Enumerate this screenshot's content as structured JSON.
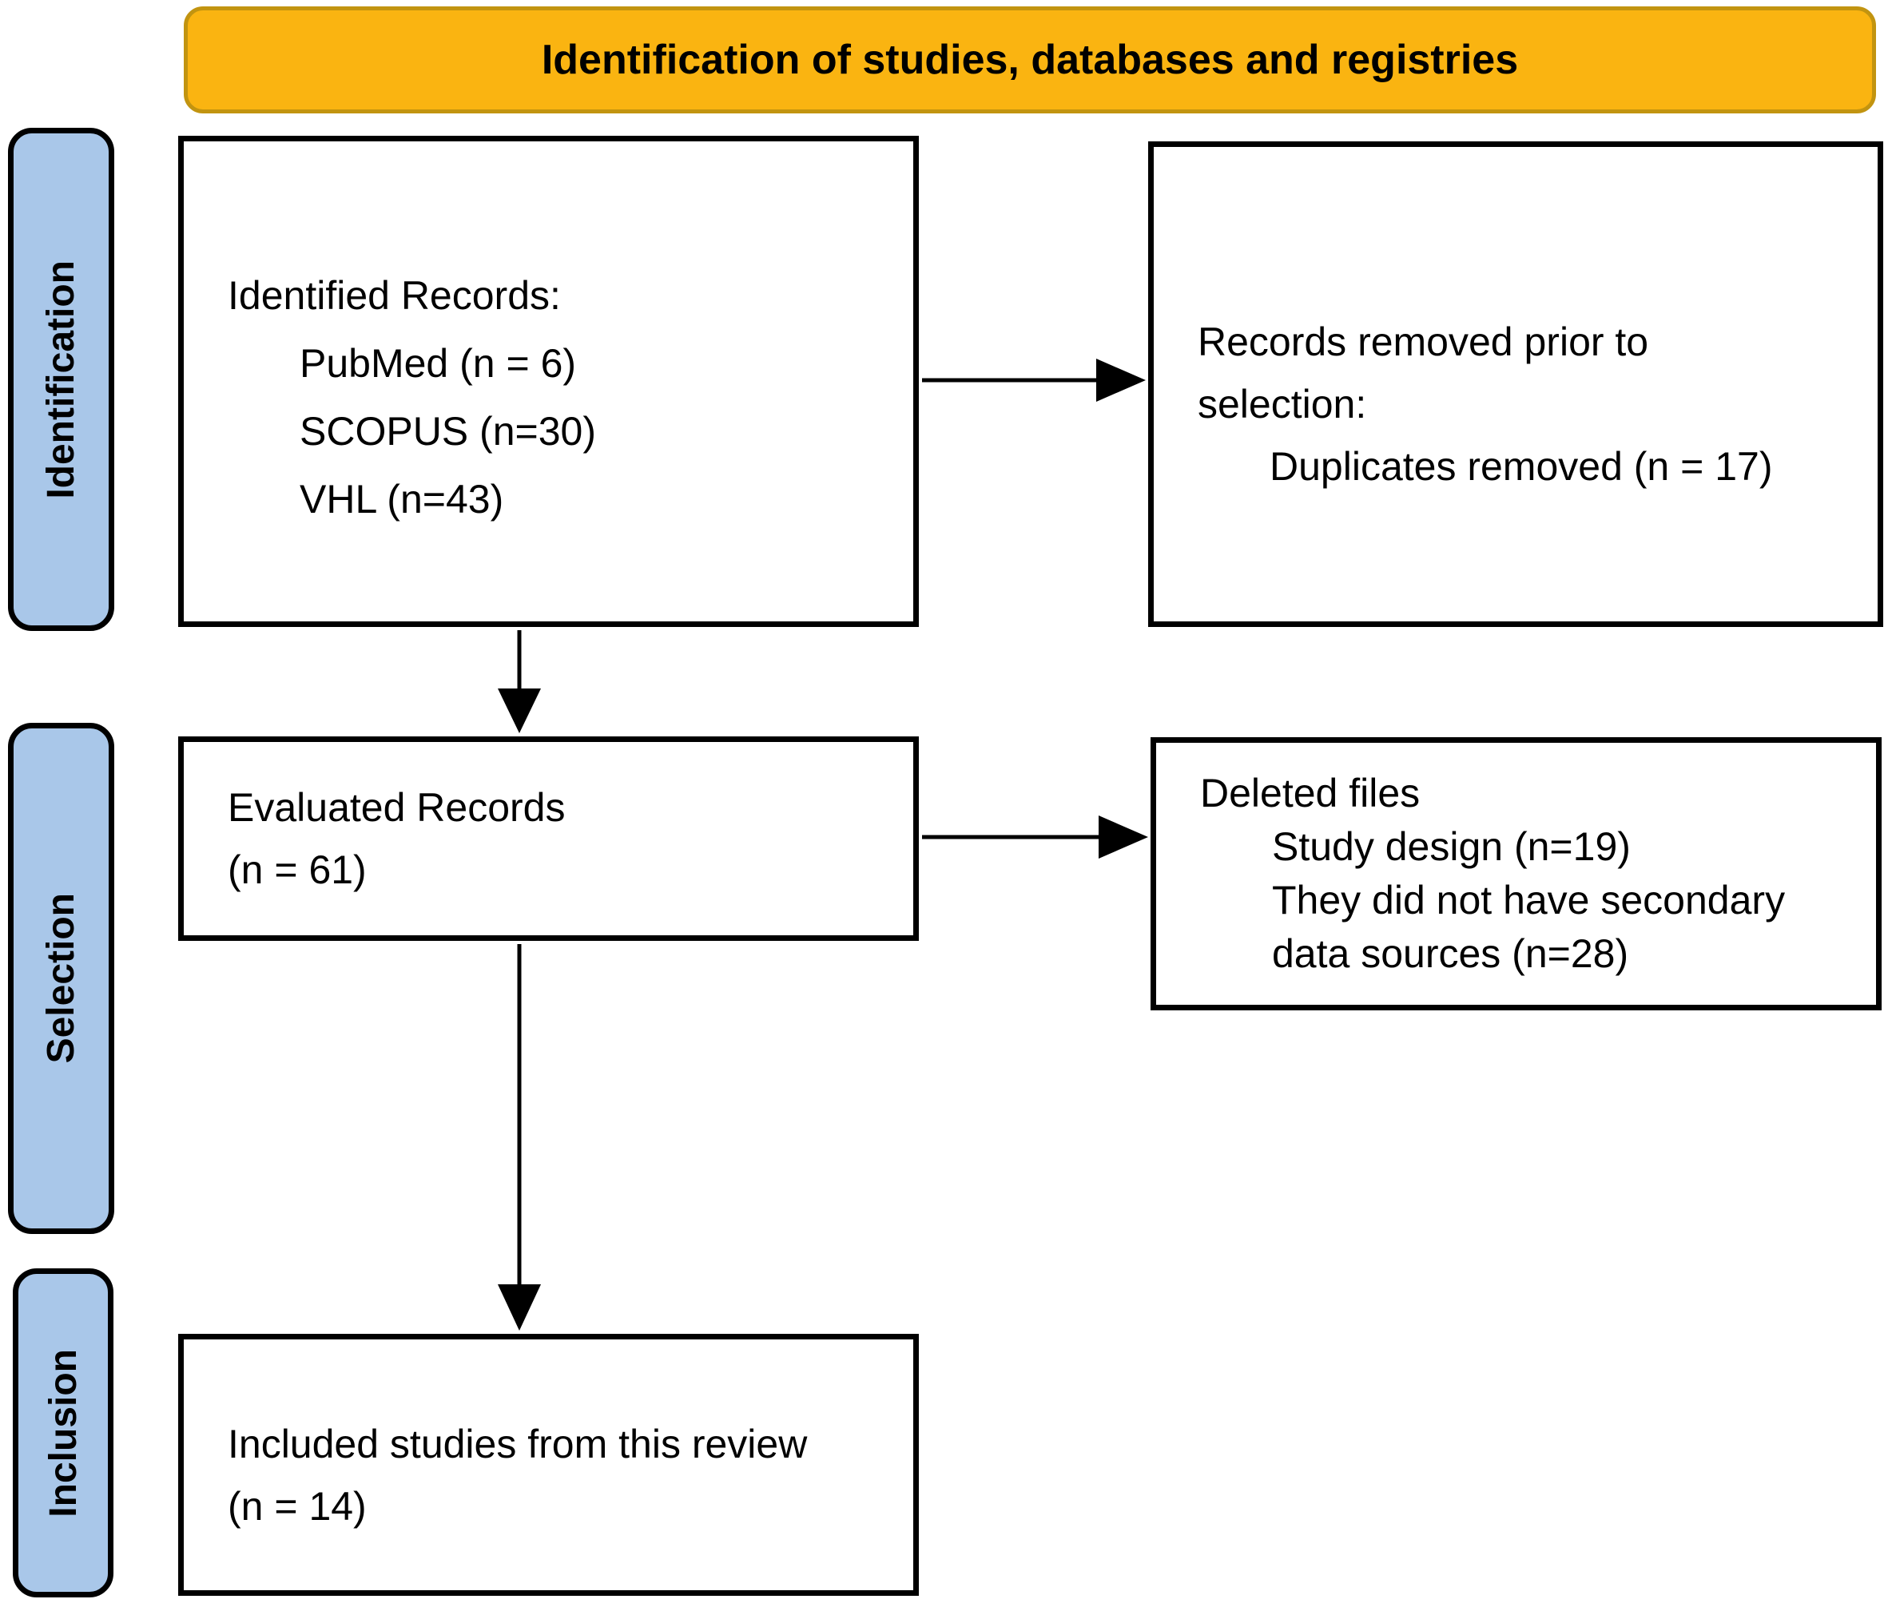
{
  "header": {
    "title": "Identification of studies, databases and registries"
  },
  "sidebar": {
    "stages": [
      {
        "label": "Identification"
      },
      {
        "label": "Selection"
      },
      {
        "label": "Inclusion"
      }
    ]
  },
  "boxes": {
    "identified": {
      "title": "Identified Records:",
      "items": [
        "PubMed (n = 6)",
        "SCOPUS (n=30)",
        "VHL (n=43)"
      ]
    },
    "removed": {
      "title": "Records removed prior to selection:",
      "items": [
        "Duplicates removed (n = 17)"
      ]
    },
    "evaluated": {
      "lines": [
        "Evaluated Records",
        "(n = 61)"
      ]
    },
    "deleted": {
      "title": "Deleted files",
      "items": [
        "Study design (n=19)",
        "They did not have secondary data sources (n=28)"
      ]
    },
    "included": {
      "lines": [
        "Included studies from this review",
        "(n = 14)"
      ]
    }
  },
  "colors": {
    "banner_fill": "#FAB411",
    "banner_border": "#C29410",
    "stage_fill": "#A9C7E9",
    "line_color": "#000000",
    "text_color": "#000000"
  }
}
